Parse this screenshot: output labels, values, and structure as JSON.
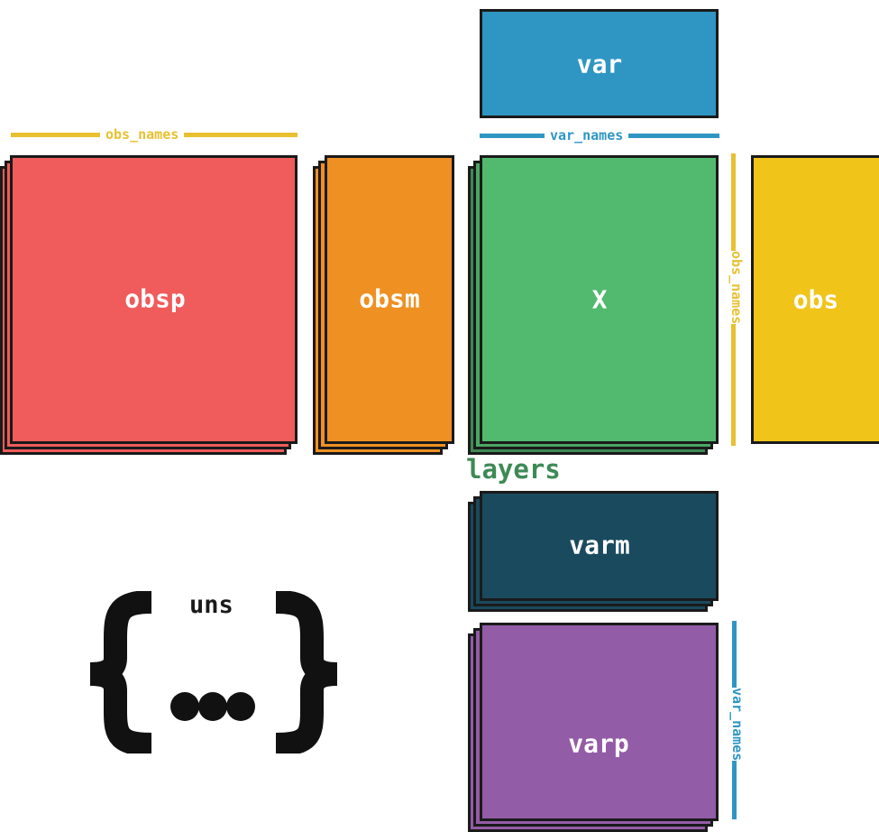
{
  "colors": {
    "obsp": "#f05b5b",
    "obsm": "#ef9022",
    "X": "#52ba6f",
    "obs": "#f0c419",
    "var": "#2f96c3",
    "varm": "#1a4a5e",
    "varp": "#935ca6",
    "obs_names_accent": "#e8c030",
    "var_names_accent": "#2f96c3",
    "layers_text": "#3e8a55",
    "outline": "#1a1a1a"
  },
  "boxes": {
    "obsp": "obsp",
    "obsm": "obsm",
    "X": "X",
    "obs": "obs",
    "var": "var",
    "varm": "varm",
    "varp": "varp"
  },
  "annotations": {
    "obs_names_top": "obs_names",
    "var_names_top": "var_names",
    "obs_names_side": "obs_names",
    "var_names_side": "var_names",
    "layers": "layers"
  },
  "uns": {
    "label": "uns",
    "left_brace_icon": "left-curly-brace-icon",
    "right_brace_icon": "right-curly-brace-icon",
    "ellipsis_icon": "ellipsis-dots-icon"
  }
}
